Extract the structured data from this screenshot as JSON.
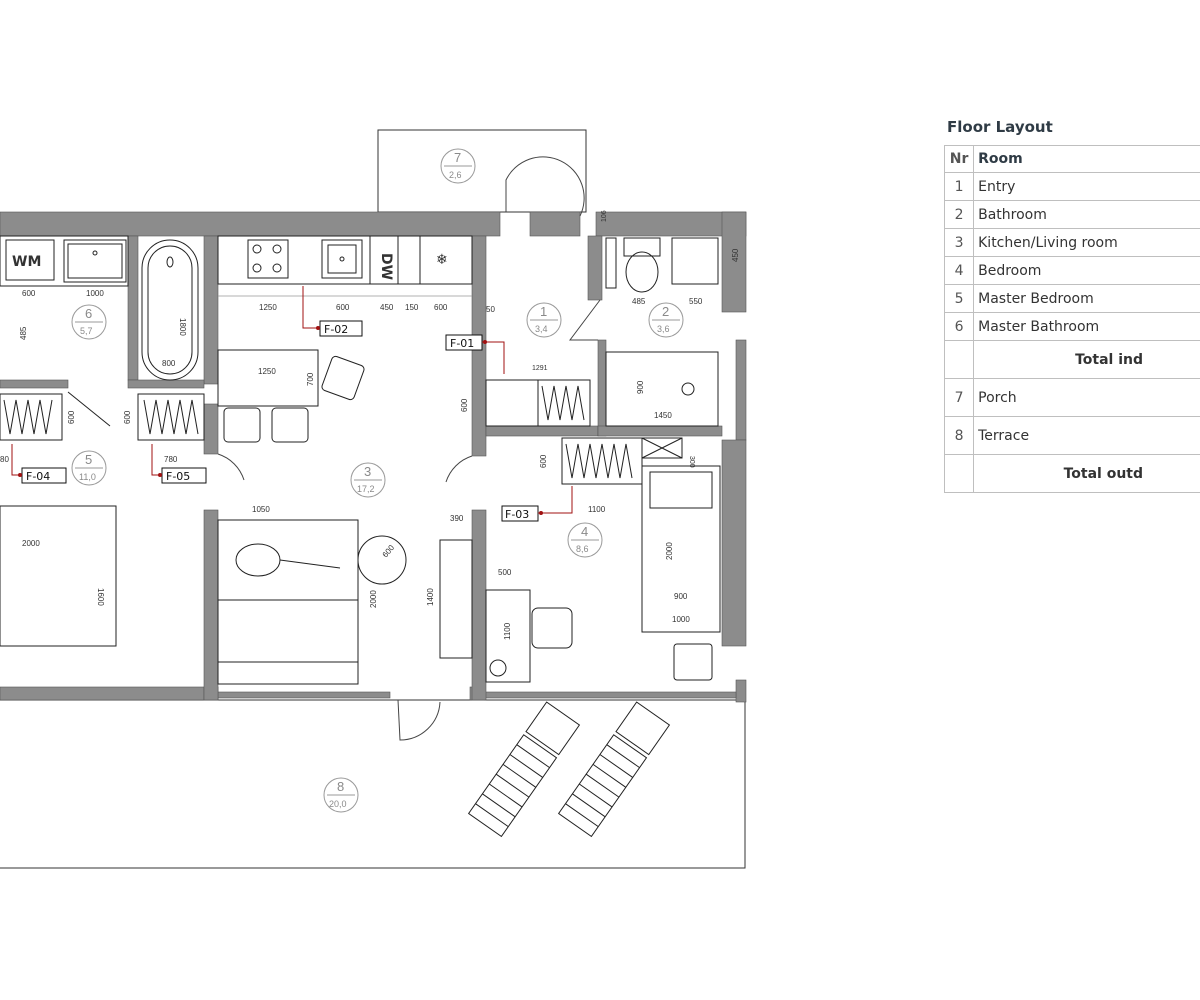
{
  "legend": {
    "title": "Floor Layout",
    "headers": {
      "nr": "Nr",
      "room": "Room"
    },
    "rows": [
      {
        "nr": "1",
        "room": "Entry"
      },
      {
        "nr": "2",
        "room": "Bathroom"
      },
      {
        "nr": "3",
        "room": "Kitchen/Living room"
      },
      {
        "nr": "4",
        "room": "Bedroom"
      },
      {
        "nr": "5",
        "room": "Master Bedroom"
      },
      {
        "nr": "6",
        "room": "Master Bathroom"
      }
    ],
    "total_indoor": "Total ind",
    "outdoor_rows": [
      {
        "nr": "7",
        "room": "Porch"
      },
      {
        "nr": "8",
        "room": "Terrace"
      }
    ],
    "total_outdoor": "Total outd"
  },
  "rooms": [
    {
      "nr": "1",
      "area": "3,4"
    },
    {
      "nr": "2",
      "area": "3,6"
    },
    {
      "nr": "3",
      "area": "17,2"
    },
    {
      "nr": "4",
      "area": "8,6"
    },
    {
      "nr": "5",
      "area": "11,0"
    },
    {
      "nr": "6",
      "area": "5,7"
    },
    {
      "nr": "7",
      "area": "2,6"
    },
    {
      "nr": "8",
      "area": "20,0"
    }
  ],
  "tags": [
    "F-01",
    "F-02",
    "F-03",
    "F-04",
    "F-05"
  ],
  "fixtures": {
    "washing_machine": "WM",
    "dishwasher": "DW",
    "freezer": "❄"
  },
  "dims": {
    "d600a": "600",
    "d1000": "1000",
    "d1800": "1800",
    "d800": "800",
    "d485a": "485",
    "d1250a": "1250",
    "d600b": "600",
    "d450a": "450",
    "d150": "150",
    "d600c": "600",
    "d50": "50",
    "d1250b": "1250",
    "d700": "700",
    "d106": "106",
    "d485b": "485",
    "d550": "550",
    "d450b": "450",
    "d1291": "1291",
    "d600d": "600",
    "d900a": "900",
    "d1450": "1450",
    "d600e": "600",
    "d780": "780",
    "d80": "80",
    "d600f": "600",
    "d600g": "600",
    "d1100a": "1100",
    "d300": "300",
    "d390": "390",
    "d1050": "1050",
    "d2000a": "2000",
    "d600h": "600",
    "d1400": "1400",
    "d500": "500",
    "d1100b": "1100",
    "d2000b": "2000",
    "d900b": "900",
    "d1000b": "1000",
    "d2000c": "2000",
    "d1600": "1600"
  },
  "colors": {
    "wall": "#8c8c8c",
    "tag_leader": "#a01010",
    "room_label": "#8a8a8a"
  }
}
